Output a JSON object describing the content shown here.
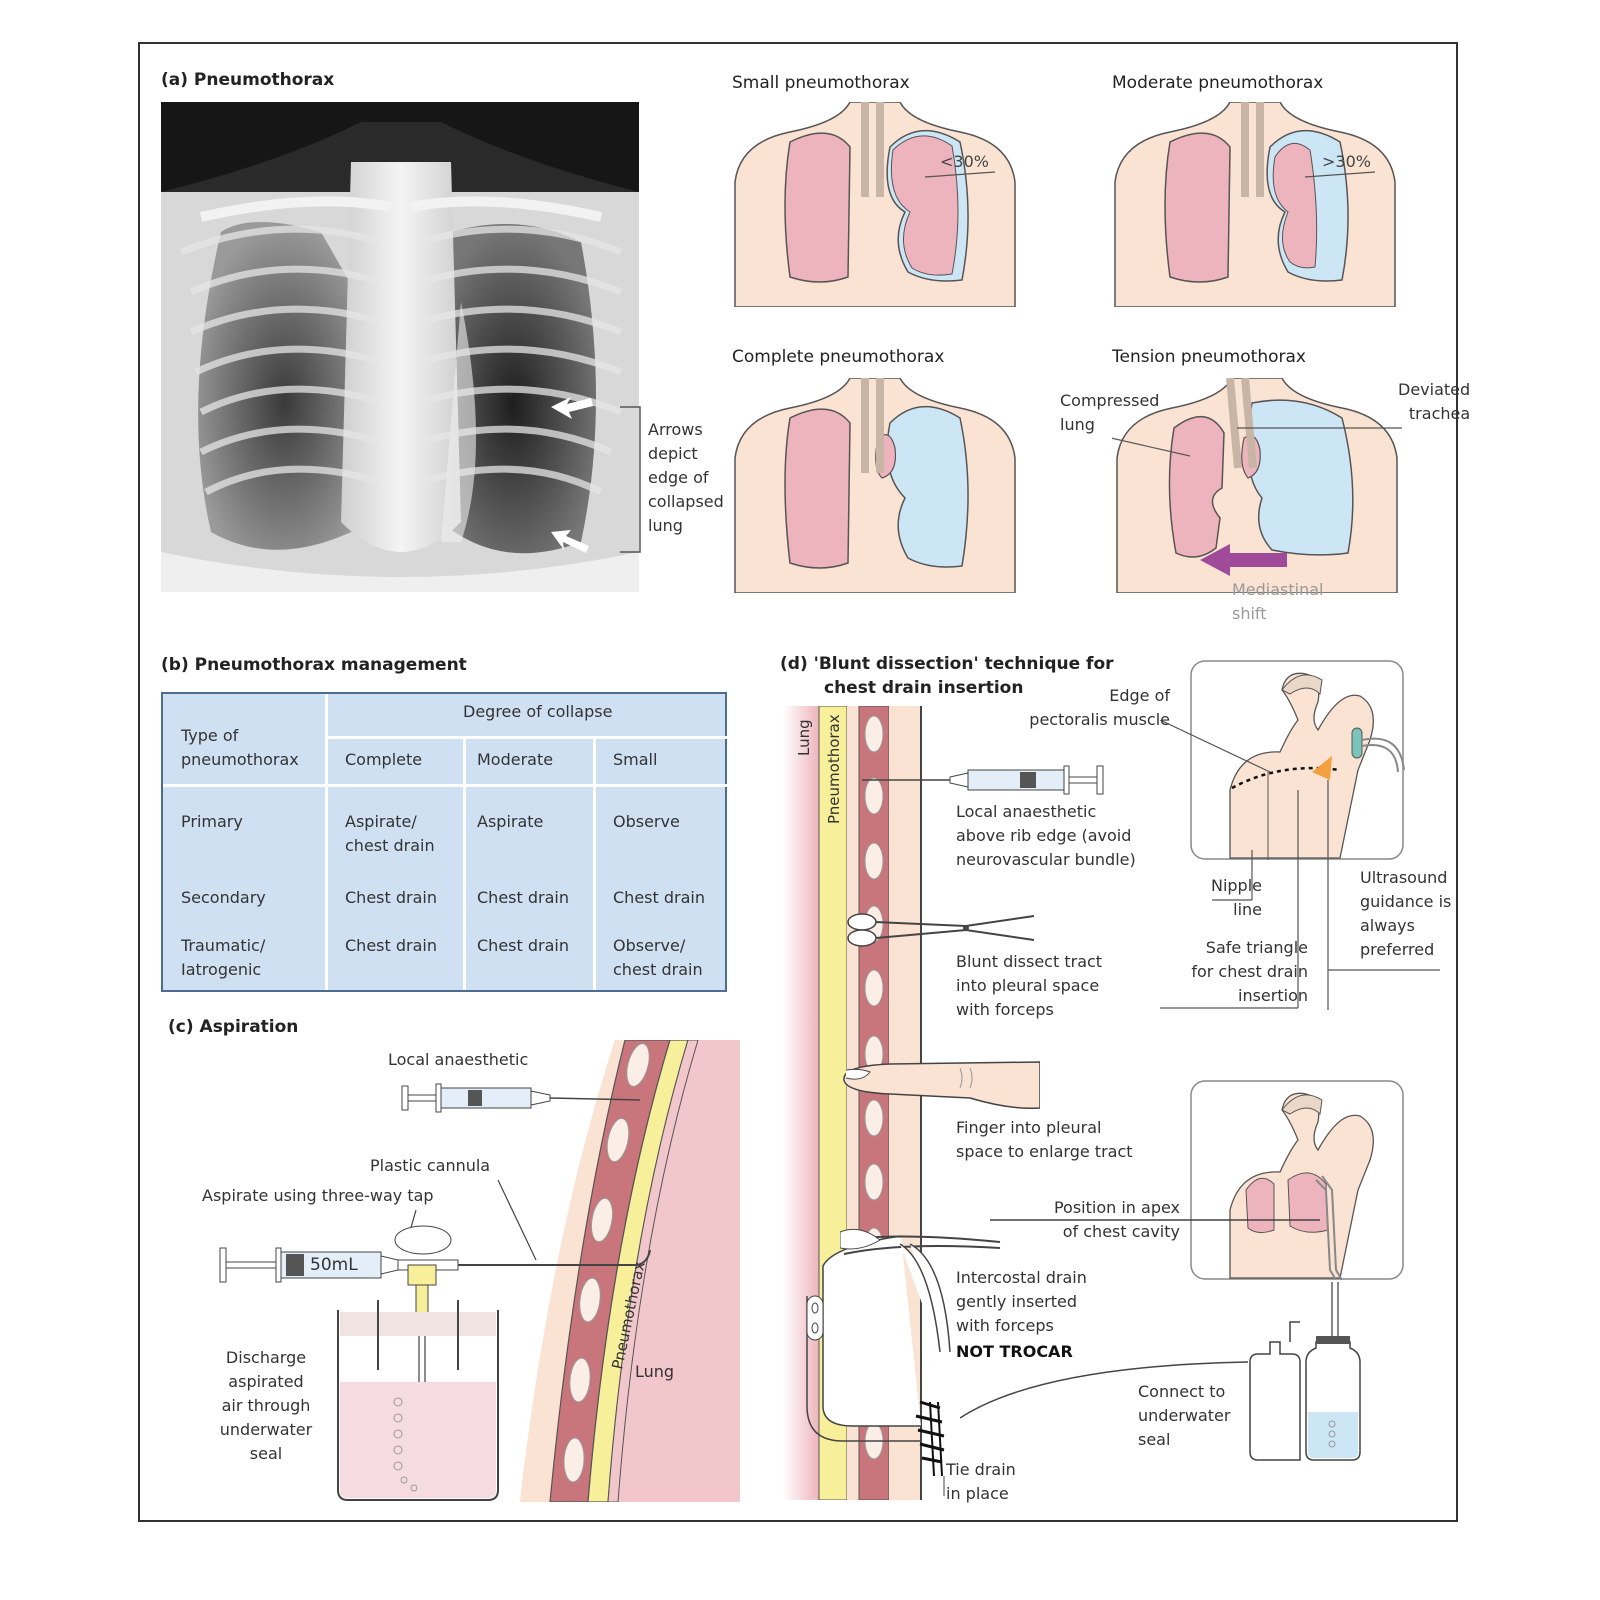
{
  "panel_a": {
    "title": "(a)  Pneumothorax",
    "xray_note": [
      "Arrows",
      "depict",
      "edge of",
      "collapsed",
      "lung"
    ],
    "small": {
      "title": "Small pneumothorax",
      "pct": "<30%"
    },
    "moderate": {
      "title": "Moderate pneumothorax",
      "pct": ">30%"
    },
    "complete": {
      "title": "Complete pneumothorax"
    },
    "tension": {
      "title": "Tension pneumothorax",
      "compressed": [
        "Compressed",
        "lung"
      ],
      "deviated": [
        "Deviated",
        "trachea"
      ],
      "shift": [
        "Mediastinal",
        "shift"
      ]
    }
  },
  "panel_b": {
    "title": "(b)  Pneumothorax management",
    "col_group": "Degree of collapse",
    "row_header": [
      "Type of",
      "pneumothorax"
    ],
    "columns": [
      "Complete",
      "Moderate",
      "Small"
    ],
    "rows": [
      {
        "type": [
          "Primary"
        ],
        "complete": [
          "Aspirate/",
          "chest drain"
        ],
        "moderate": [
          "Aspirate"
        ],
        "small": [
          "Observe"
        ]
      },
      {
        "type": [
          "Secondary"
        ],
        "complete": [
          "Chest drain"
        ],
        "moderate": [
          "Chest drain"
        ],
        "small": [
          "Chest drain"
        ]
      },
      {
        "type": [
          "Traumatic/",
          "Iatrogenic"
        ],
        "complete": [
          "Chest drain"
        ],
        "moderate": [
          "Chest drain"
        ],
        "small": [
          "Observe/",
          "chest drain"
        ]
      }
    ]
  },
  "panel_c": {
    "title": "(c)  Aspiration",
    "local": "Local anaesthetic",
    "cannula": "Plastic cannula",
    "tap": "Aspirate using three-way tap",
    "syringe_vol": "50mL",
    "discharge": [
      "Discharge",
      "aspirated",
      "air through",
      "underwater",
      "seal"
    ],
    "pneumothorax": "Pneumothorax",
    "lung": "Lung"
  },
  "panel_d": {
    "title": [
      "(d)  'Blunt dissection' technique for",
      "chest drain insertion"
    ],
    "lung": "Lung",
    "pneumothorax": "Pneumothorax",
    "pectoralis": [
      "Edge of",
      "pectoralis muscle"
    ],
    "local": [
      "Local anaesthetic",
      "above rib edge (avoid",
      "neurovascular bundle)"
    ],
    "nipple": [
      "Nipple",
      "line"
    ],
    "ultrasound": [
      "Ultrasound",
      "guidance is",
      "always",
      "preferred"
    ],
    "safe": [
      "Safe triangle",
      "for chest drain",
      "insertion"
    ],
    "blunt": [
      "Blunt dissect tract",
      "into pleural space",
      "with forceps"
    ],
    "finger": [
      "Finger into pleural",
      "space to enlarge tract"
    ],
    "position": [
      "Position in apex",
      "of chest cavity"
    ],
    "intercostal": [
      "Intercostal drain",
      "gently inserted",
      "with forceps"
    ],
    "not_trocar": "NOT TROCAR",
    "connect": [
      "Connect to",
      "underwater",
      "seal"
    ],
    "tie": [
      "Tie drain",
      "in place"
    ]
  },
  "colors": {
    "skin": "#fbe3d3",
    "lung": "#eeb4bd",
    "air": "#cde6f6",
    "table": "#cfe0f3",
    "arrow": "#a04a9a",
    "pleura_yellow": "#f7ef9a",
    "muscle": "#c9757c"
  }
}
